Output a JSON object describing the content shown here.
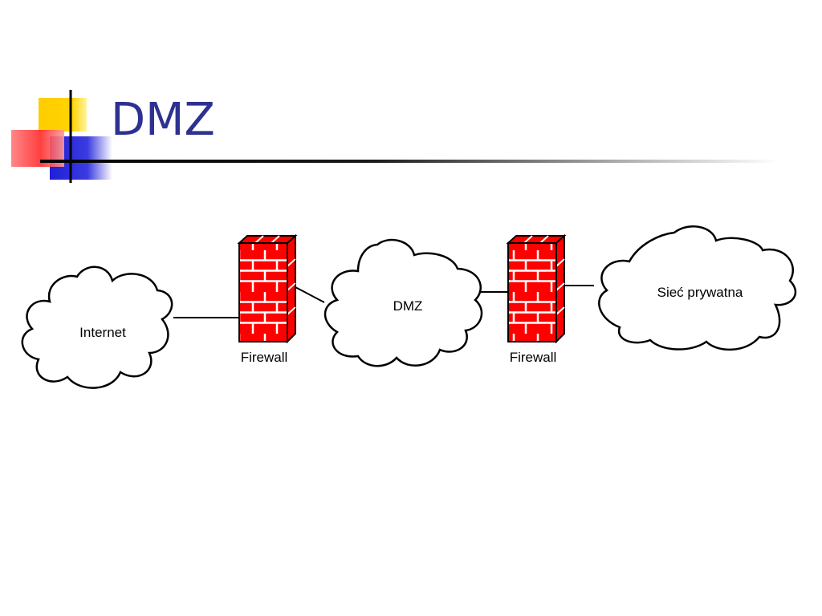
{
  "slide": {
    "title": "DMZ"
  },
  "diagram": {
    "nodes": [
      {
        "id": "internet",
        "kind": "cloud",
        "label": "Internet"
      },
      {
        "id": "firewall-1",
        "kind": "firewall",
        "label": "Firewall"
      },
      {
        "id": "dmz",
        "kind": "cloud",
        "label": "DMZ"
      },
      {
        "id": "firewall-2",
        "kind": "firewall",
        "label": "Firewall"
      },
      {
        "id": "private",
        "kind": "cloud",
        "label": "Sieć prywatna"
      }
    ],
    "edges": [
      {
        "from": "internet",
        "to": "firewall-1"
      },
      {
        "from": "firewall-1",
        "to": "dmz"
      },
      {
        "from": "dmz",
        "to": "firewall-2"
      },
      {
        "from": "firewall-2",
        "to": "private"
      }
    ],
    "colors": {
      "brick": "#ff0000",
      "mortar": "#ffffff",
      "outline": "#000000",
      "title": "#2e3192"
    }
  }
}
